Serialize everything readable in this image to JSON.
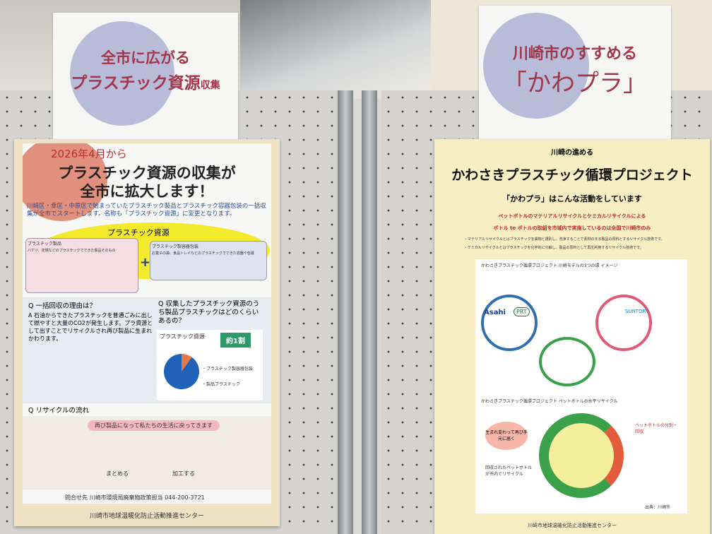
{
  "left_sign": {
    "line1": "全市に広がる",
    "line2": "プラスチック資源",
    "line3": "収集"
  },
  "right_sign": {
    "line1": "川崎市のすすめる",
    "line2": "「かわプラ」"
  },
  "left_poster": {
    "date": "2026年4月から",
    "title1": "プラスチック資源の収集が",
    "title2": "全市に拡大します！",
    "intro": "川崎区・幸区・中原区で始まっていたプラスチック製品とプラスチック容器包装の一括収集が全市でスタートします。名称も「プラスチック資源」に変更となります。",
    "section": "プラスチック資源",
    "box1_label": "プラスチック製品",
    "box1_desc": "バケツ、定規などのプラスチックでできた製品そのもの",
    "box2_label": "プラスチック製容器包装",
    "box2_desc": "お菓子の袋、食品トレイなどのプラスチックでできた容器や包装",
    "q1": "Q 一括回収の理由は？",
    "a1": "A 石油からできたプラスチックを普通ごみに出して燃やすと大量のCO2が発生します。プラ資源として出すことでリサイクルされ再び製品に生まれかわります。",
    "q2": "Q 収集したプラスチック資源のうち製品プラスチックはどのくらいあるの？",
    "pie_title": "プラスチック資源",
    "pie_badge": "約1割",
    "pie_legend1": "・プラスチック製容器包装",
    "pie_legend2": "・製品プラスチック",
    "q3": "Q リサイクルの流れ",
    "flow_banner": "再び製品になって私たちの生活に戻ってきます",
    "flow_step1": "まとめる",
    "flow_step2": "加工する",
    "contact": "問合せ先 川崎市環境局廃棄物政策担当 044-200-3721",
    "footer": "川崎市地球温暖化防止活動推進センター"
  },
  "right_poster": {
    "kicker": "川崎の進める",
    "title": "かわさきプラスチック循環プロジェクト",
    "subtitle": "「かわプラ」はこんな活動をしています",
    "red1": "ペットボトルのマテリアルリサイクルとケミカルリサイクルによる",
    "red2": "ボトル to ボトルの取組を市域内で実施しているのは全国で川崎市のみ",
    "note1": "・マテリアルリサイクルとはプラスチックを異物と選別し、洗浄することで素材のまま製品の原料とするリサイクル技術です。",
    "note2": "・ケミカルリサイクルとはプラスチックを化学的に分解し、製品の原料として再生利用するリサイクル技術です。",
    "diagram1_title": "かわさきプラスチック循環プロジェクト 川崎モデルの3つの環 イメージ",
    "brand1": "Asahi",
    "brand2": "PRT",
    "brand3": "SUNTORY",
    "diagram2_title": "かわさきプラスチック循環プロジェクト ペットボトルの水平リサイクル",
    "bubble": "生まれ変わって再び手元に届く",
    "label_sort": "ペットボトルの分別・回収",
    "label_recycle": "回収されたペットボトルが市内でリサイクル",
    "source": "出典：川崎市",
    "footer": "川崎市地球温暖化防止活動推進センター"
  }
}
